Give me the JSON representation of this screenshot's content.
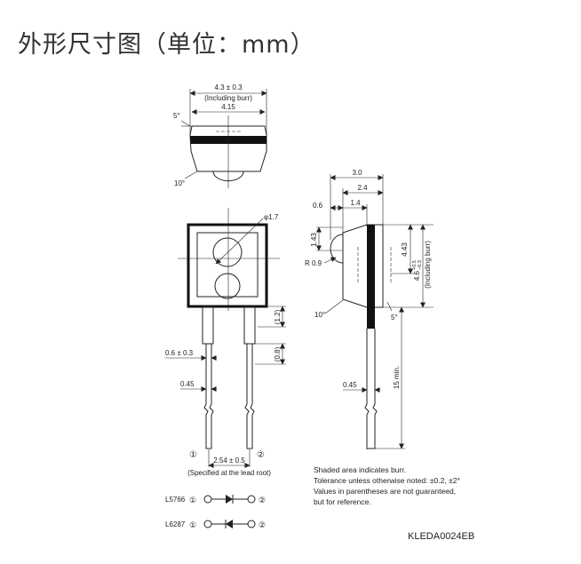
{
  "title": "外形尺寸图（单位：mm）",
  "top_view": {
    "width_dim": "4.3 ± 0.3",
    "width_note": "(Including burr)",
    "inner_dim": "4.15",
    "angle_top": "5°",
    "angle_bottom": "10°"
  },
  "front_view": {
    "lens_dia": "φ1.7",
    "lead_pos_1": "(1.2)",
    "lead_pos_2": "(0.8)",
    "lead_width": "0.6 ± 0.3",
    "lead_thick": "0.45",
    "pin1": "①",
    "pin2": "②",
    "pitch": "2.54 ± 0.5",
    "pitch_note": "(Specified at the lead root)"
  },
  "side_view": {
    "dim_total": "3.0",
    "dim_body": "2.4",
    "dim_lens": "0.6",
    "dim_mid": "1.4",
    "dim_lens_h": "1.43",
    "radius": "R 0.9",
    "dim_center": "4.43",
    "dim_height_main": "4.6",
    "dim_height_tol_plus": "+0.5",
    "dim_height_tol_minus": "−0.3",
    "height_note": "(Including burr)",
    "angle_left": "10°",
    "angle_right": "5°",
    "lead_thick": "0.45",
    "lead_len": "15 min."
  },
  "notes": [
    "Shaded area indicates burr.",
    "Tolerance unless otherwise noted: ±0.2, ±2°",
    "Values in parentheses are not guaranteed,",
    "but for reference."
  ],
  "models": [
    {
      "name": "L5766",
      "pin1": "①",
      "pin2": "②"
    },
    {
      "name": "L6287",
      "pin1": "①",
      "pin2": "②"
    }
  ],
  "drawing_code": "KLEDA0024EB"
}
